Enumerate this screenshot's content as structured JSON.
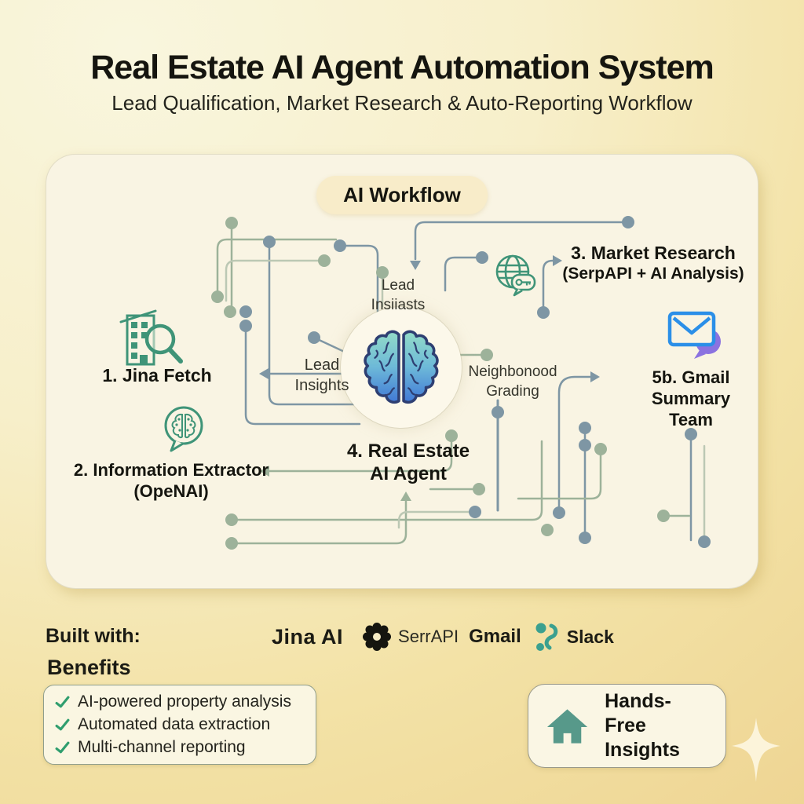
{
  "header": {
    "title": "Real Estate AI Agent Automation System",
    "subtitle": "Lead Qualification, Market Research & Auto-Reporting Workflow"
  },
  "workflow": {
    "badge": "AI Workflow",
    "nodes": {
      "jina": {
        "label": "1. Jina Fetch"
      },
      "extractor": {
        "label": "2. Information Extractor",
        "sublabel": "(OpeNAI)"
      },
      "research": {
        "label": "3. Market Research",
        "sublabel": "(SerpAPI + AI Analysis)"
      },
      "agent": {
        "label": "4. Real Estate",
        "sublabel": "AI Agent"
      },
      "gmail": {
        "label": "5b. Gmail Summary",
        "sublabel": "Team"
      }
    },
    "edge_labels": {
      "lead_top": {
        "line1": "Lead",
        "line2": "Insiiasts"
      },
      "lead_left": {
        "line1": "Lead",
        "line2": "Insights"
      },
      "neighborhood": {
        "line1": "Neighbonood",
        "line2": "Grading"
      }
    }
  },
  "built_with": {
    "label": "Built with:",
    "jina": "Jina AI",
    "serpapi": "SerrAPI",
    "gmail": "Gmail",
    "slack": "Slack"
  },
  "benefits": {
    "heading": "Benefits",
    "items": [
      "AI-powered property analysis",
      "Automated data extraction",
      "Multi-channel reporting"
    ]
  },
  "highlight": {
    "title": "Hands-Free Insights"
  },
  "colors": {
    "accent_green": "#3f9478",
    "wire_sage": "#9db29a",
    "wire_slate": "#7e96a4",
    "gmail_blue": "#2b8fe8",
    "bubble_purple": "#8b72e0",
    "check_green": "#2f9e6e",
    "house_green": "#57998a",
    "slack_teal": "#3ba08f",
    "brain_teal": "#8fd8c4",
    "brain_blue": "#4179d6",
    "background_cream": "#f9f4e3",
    "background_gold": "#eed492"
  }
}
